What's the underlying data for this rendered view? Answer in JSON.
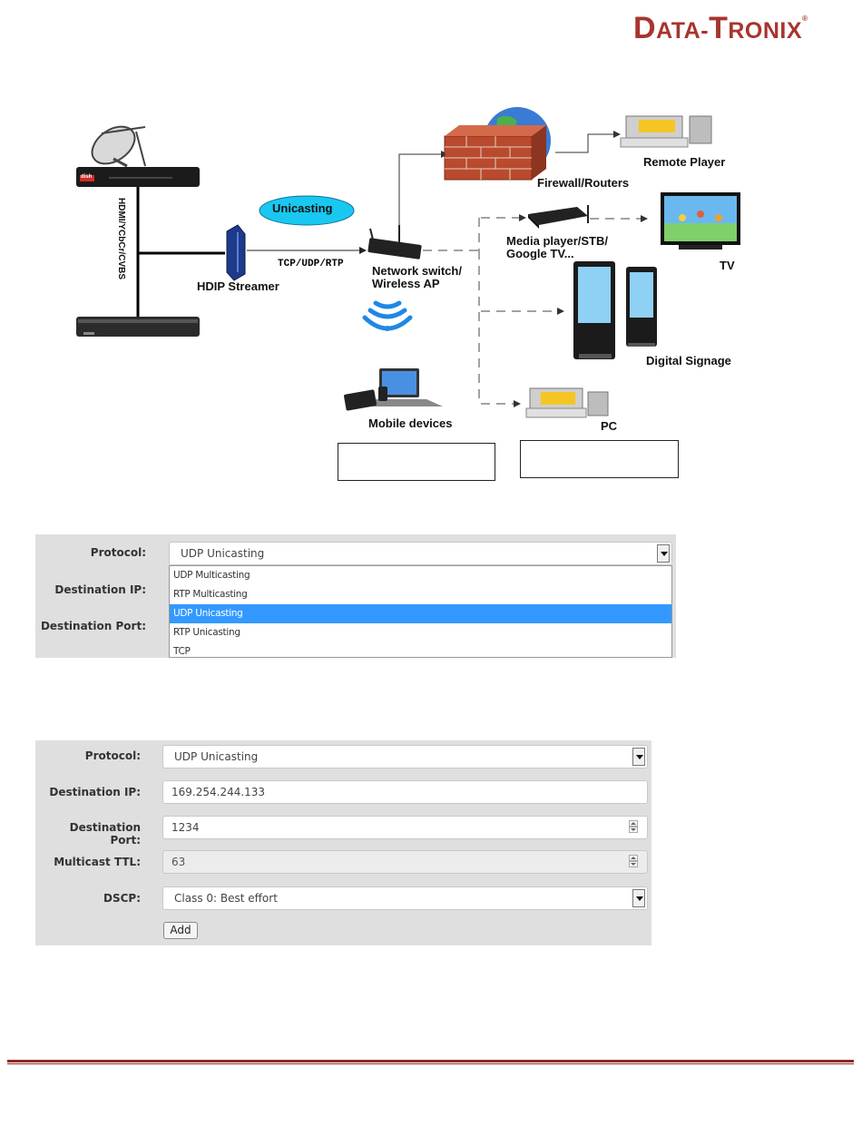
{
  "logo": {
    "d": "D",
    "ata": "ATA-",
    "t": "T",
    "ronix": "RONIX",
    "reg": "®"
  },
  "diagram": {
    "source_cable_label": "HDMI/YCbCr/CVBS",
    "streamer_label": "HDIP Streamer",
    "mode_bubble": "Unicasting",
    "protocols_label": "TCP/UDP/RTP",
    "switch_label_1": "Network switch/",
    "switch_label_2": "Wireless AP",
    "firewall_label": "Firewall/Routers",
    "remote_player_label": "Remote Player",
    "media_player_label_1": "Media player/STB/",
    "media_player_label_2": "Google TV...",
    "tv_label": "TV",
    "signage_label": "Digital Signage",
    "mobile_label": "Mobile devices",
    "pc_label": "PC",
    "receiver_brand": "dish"
  },
  "panel1": {
    "protocol_label": "Protocol:",
    "dest_ip_label": "Destination IP:",
    "dest_port_label": "Destination Port:",
    "protocol_value": "UDP Unicasting",
    "options": [
      "UDP Multicasting",
      "RTP Multicasting",
      "UDP Unicasting",
      "RTP Unicasting",
      "TCP"
    ],
    "selected_index": 2
  },
  "panel2": {
    "protocol_label": "Protocol:",
    "protocol_value": "UDP Unicasting",
    "dest_ip_label": "Destination IP:",
    "dest_ip_value": "169.254.244.133",
    "dest_port_label": "Destination Port:",
    "dest_port_value": "1234",
    "ttl_label": "Multicast TTL:",
    "ttl_value": "63",
    "dscp_label": "DSCP:",
    "dscp_value": "Class 0: Best effort",
    "add_button": "Add"
  },
  "colors": {
    "brand": "#a8342f",
    "selection": "#3399ff",
    "panel_bg": "#dfdfdf",
    "bubble": "#19c8f0"
  }
}
